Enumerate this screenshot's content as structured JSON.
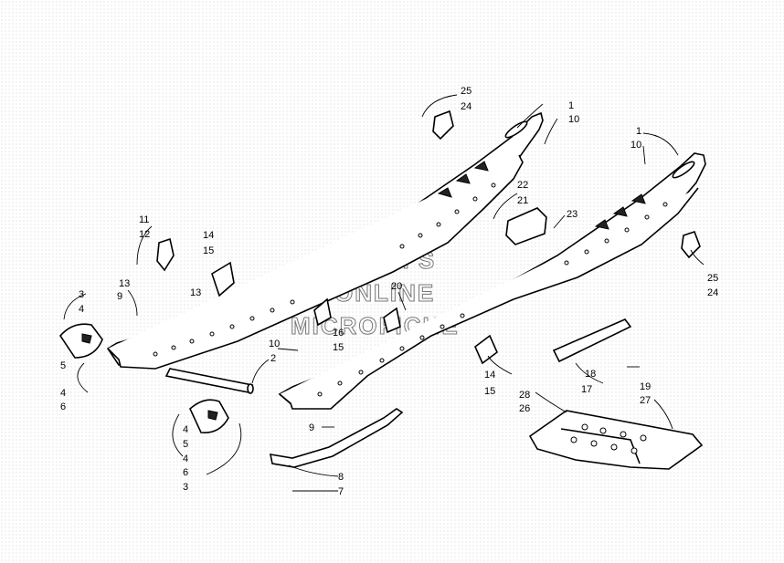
{
  "watermark": {
    "line1": "HLSM'S",
    "line2": "ONLINE",
    "line3": "MICROFICHE"
  },
  "callouts": [
    {
      "id": "c-25a",
      "text": "25"
    },
    {
      "id": "c-24a",
      "text": "24"
    },
    {
      "id": "c-1a",
      "text": "1"
    },
    {
      "id": "c-10a",
      "text": "10"
    },
    {
      "id": "c-1b",
      "text": "1"
    },
    {
      "id": "c-10b",
      "text": "10"
    },
    {
      "id": "c-22",
      "text": "22"
    },
    {
      "id": "c-21",
      "text": "21"
    },
    {
      "id": "c-23",
      "text": "23"
    },
    {
      "id": "c-11",
      "text": "11"
    },
    {
      "id": "c-12",
      "text": "12"
    },
    {
      "id": "c-14a",
      "text": "14"
    },
    {
      "id": "c-15a",
      "text": "15"
    },
    {
      "id": "c-13a",
      "text": "13"
    },
    {
      "id": "c-13b",
      "text": "13"
    },
    {
      "id": "c-3a",
      "text": "3"
    },
    {
      "id": "c-4a",
      "text": "4"
    },
    {
      "id": "c-9a",
      "text": "9"
    },
    {
      "id": "c-20",
      "text": "20"
    },
    {
      "id": "c-25b",
      "text": "25"
    },
    {
      "id": "c-24b",
      "text": "24"
    },
    {
      "id": "c-16",
      "text": "16"
    },
    {
      "id": "c-15b",
      "text": "15"
    },
    {
      "id": "c-5a",
      "text": "5"
    },
    {
      "id": "c-10c",
      "text": "10"
    },
    {
      "id": "c-2",
      "text": "2"
    },
    {
      "id": "c-4b",
      "text": "4"
    },
    {
      "id": "c-6a",
      "text": "6"
    },
    {
      "id": "c-14b",
      "text": "14"
    },
    {
      "id": "c-15c",
      "text": "15"
    },
    {
      "id": "c-18",
      "text": "18"
    },
    {
      "id": "c-19",
      "text": "19"
    },
    {
      "id": "c-17",
      "text": "17"
    },
    {
      "id": "c-28",
      "text": "28"
    },
    {
      "id": "c-27",
      "text": "27"
    },
    {
      "id": "c-26",
      "text": "26"
    },
    {
      "id": "c-9b",
      "text": "9"
    },
    {
      "id": "c-4c",
      "text": "4"
    },
    {
      "id": "c-5b",
      "text": "5"
    },
    {
      "id": "c-4d",
      "text": "4"
    },
    {
      "id": "c-6b",
      "text": "6"
    },
    {
      "id": "c-3b",
      "text": "3"
    },
    {
      "id": "c-8",
      "text": "8"
    },
    {
      "id": "c-7",
      "text": "7"
    }
  ]
}
